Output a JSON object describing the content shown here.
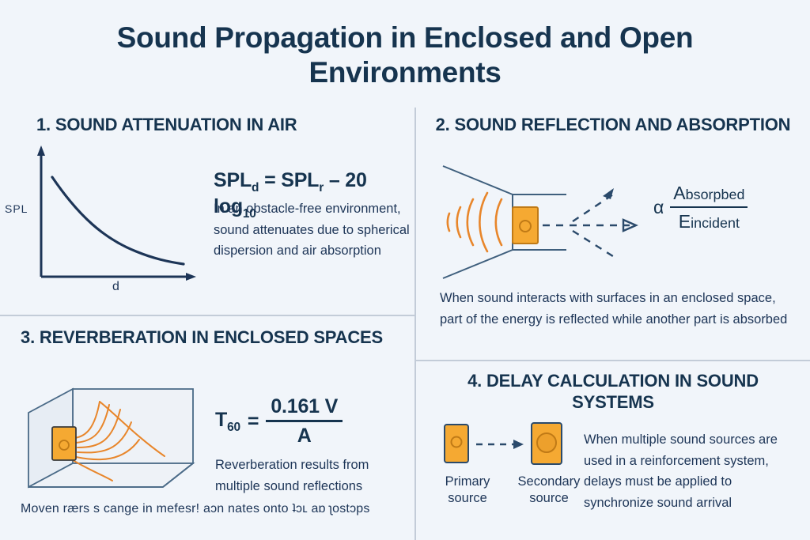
{
  "title": "Sound Propagation in Enclosed and Open Environments",
  "colors": {
    "background": "#f1f5fa",
    "navy": "#16344f",
    "text": "#1d3557",
    "orange": "#f5a932",
    "orange_border": "#c07a16",
    "wave_orange": "#e8862b",
    "divider": "#c3ccd8",
    "room_fill": "#eef2f7",
    "room_stroke": "#4a6a87"
  },
  "sections": [
    {
      "number": "1.",
      "heading": "1. SOUND ATTENUATION IN AIR",
      "formula": {
        "lhs": "SPL",
        "lhs_sub": "d",
        "eq": "=",
        "rhs_a": "SPL",
        "rhs_a_sub": "r",
        "minus": "– 20 log",
        "rhs_sub": "10"
      },
      "body": "In an obstacle-free environment, sound attenuates due to spherical dispersion and air absorption",
      "chart": {
        "ylabel": "SPL",
        "xlabel": "d"
      }
    },
    {
      "number": "2.",
      "heading": "2. SOUND REFLECTION AND ABSORPTION",
      "formula": {
        "symbol": "α",
        "numerator_big": "A",
        "numerator_rest": "bsorpbed",
        "denominator_big": "E",
        "denominator_rest": "incident"
      },
      "body": "When sound interacts with surfaces in an enclosed space, part of the energy is reflected while another part is absorbed"
    },
    {
      "number": "3.",
      "heading": "3. REVERBERATION IN ENCLOSED SPACES",
      "formula": {
        "lhs": "T",
        "lhs_sub": "60",
        "eq": "=",
        "numerator": "0.161 V",
        "denominator": "A"
      },
      "body": "Reverberation results from multiple sound reflections",
      "footnote": "Moven rærs s cange in mefesr!  aɔn nates onto ʇɔʟ aɒ ʅostɔps"
    },
    {
      "number": "4.",
      "heading": "4. DELAY CALCULATION IN SOUND SYSTEMS",
      "labels": {
        "primary_line1": "Primary",
        "primary_line2": "source",
        "secondary_line1": "Secondary",
        "secondary_line2": "source"
      },
      "body": "When multiple sound sources are used in a reinforcement system, delays must be applied to synchronize sound arrival"
    }
  ]
}
